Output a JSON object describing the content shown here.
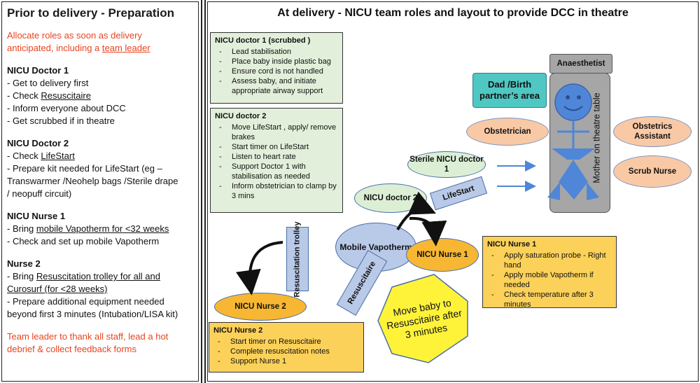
{
  "left_panel": {
    "title": "Prior to delivery - Preparation",
    "intro_line1": "Allocate roles as soon as delivery",
    "intro_line2_a": "anticipated, including a ",
    "intro_line2_b": "team leader",
    "doctor1": {
      "heading": "NICU Doctor 1",
      "l1": "- Get to delivery first",
      "l2_a": "- Check ",
      "l2_b": "Resuscitaire",
      "l3": "- Inform everyone about DCC",
      "l4": "- Get scrubbed if in theatre"
    },
    "doctor2": {
      "heading": "NICU Doctor 2",
      "l1_a": "- Check ",
      "l1_b": "LifeStart",
      "l2": "- Prepare kit needed for LifeStart  (eg –",
      "l3": "Transwarmer /Neohelp bags /Sterile drape",
      "l4": "/ neopuff circuit)"
    },
    "nurse1": {
      "heading": "NICU Nurse 1",
      "l1_a": "- Bring ",
      "l1_b": " mobile Vapotherm for <32 weeks",
      "l2": "- Check and set up mobile Vapotherm"
    },
    "nurse2": {
      "heading": "Nurse 2",
      "l1_a": "- Bring ",
      "l1_b": "Resuscitation trolley for all and",
      "l2": "Curosurf (for <28 weeks)",
      "l3": "- Prepare additional equipment needed",
      "l4": "beyond first 3 minutes (Intubation/LISA kit)"
    },
    "footer_line1": "Team leader to thank all staff, lead a hot",
    "footer_line2": "debrief & collect feedback forms"
  },
  "main_title": "At delivery - NICU team roles and layout to provide DCC in theatre",
  "box_doctor1": {
    "title": "NICU doctor 1  (scrubbed )",
    "items": [
      "Lead stabilisation",
      "Place baby inside plastic bag",
      "Ensure cord is not handled",
      "Assess baby, and initiate appropriate airway support"
    ]
  },
  "box_doctor2": {
    "title": "NICU doctor 2",
    "items": [
      "Move LifeStart , apply/ remove brakes",
      "Start timer on LifeStart",
      "Listen to heart rate",
      "Support Doctor 1 with stabilisation as needed",
      "Inform obstetrician to clamp by 3 mins"
    ]
  },
  "box_nurse1": {
    "title": "NICU Nurse 1",
    "items": [
      "Apply saturation probe - Right hand",
      "Apply mobile Vapotherm if needed",
      "Check temperature after 3 minutes"
    ]
  },
  "box_nurse2": {
    "title": "NICU Nurse 2",
    "items": [
      "Start timer on Resuscitaire",
      "Complete resuscitation notes",
      "Support Nurse 1"
    ]
  },
  "shapes": {
    "anaesthetist": "Anaesthetist",
    "dad": "Dad /Birth partner’s area",
    "mother": "Mother on theatre table",
    "obstetrician": "Obstetrician",
    "obstetrics_assistant": "Obstetrics Assistant",
    "scrub_nurse": "Scrub Nurse",
    "sterile_doctor": "Sterile NICU doctor 1",
    "nicu_doctor2": "NICU doctor 2",
    "lifestart": "LifeStart",
    "mobile_vapotherm": "Mobile Vapotherm",
    "nicu_nurse1": "NICU Nurse 1",
    "resus_trolley": "Resuscitation trolley",
    "resuscitaire": "Resuscitaire",
    "nicu_nurse2": "NICU Nurse 2",
    "move_baby": "Move baby to Resuscitaire after 3 minutes"
  },
  "colors": {
    "red_text": "#e8441e",
    "green_box": "#e2efda",
    "yellow_box": "#fcd15a",
    "peach": "#f9c9a5",
    "light_blue": "#b9c9e8",
    "orange": "#f7b733",
    "teal": "#4fc7c2",
    "grey": "#a6a6a6",
    "figure_blue": "#4f86d8",
    "hexagon_yellow": "#fff33a"
  }
}
